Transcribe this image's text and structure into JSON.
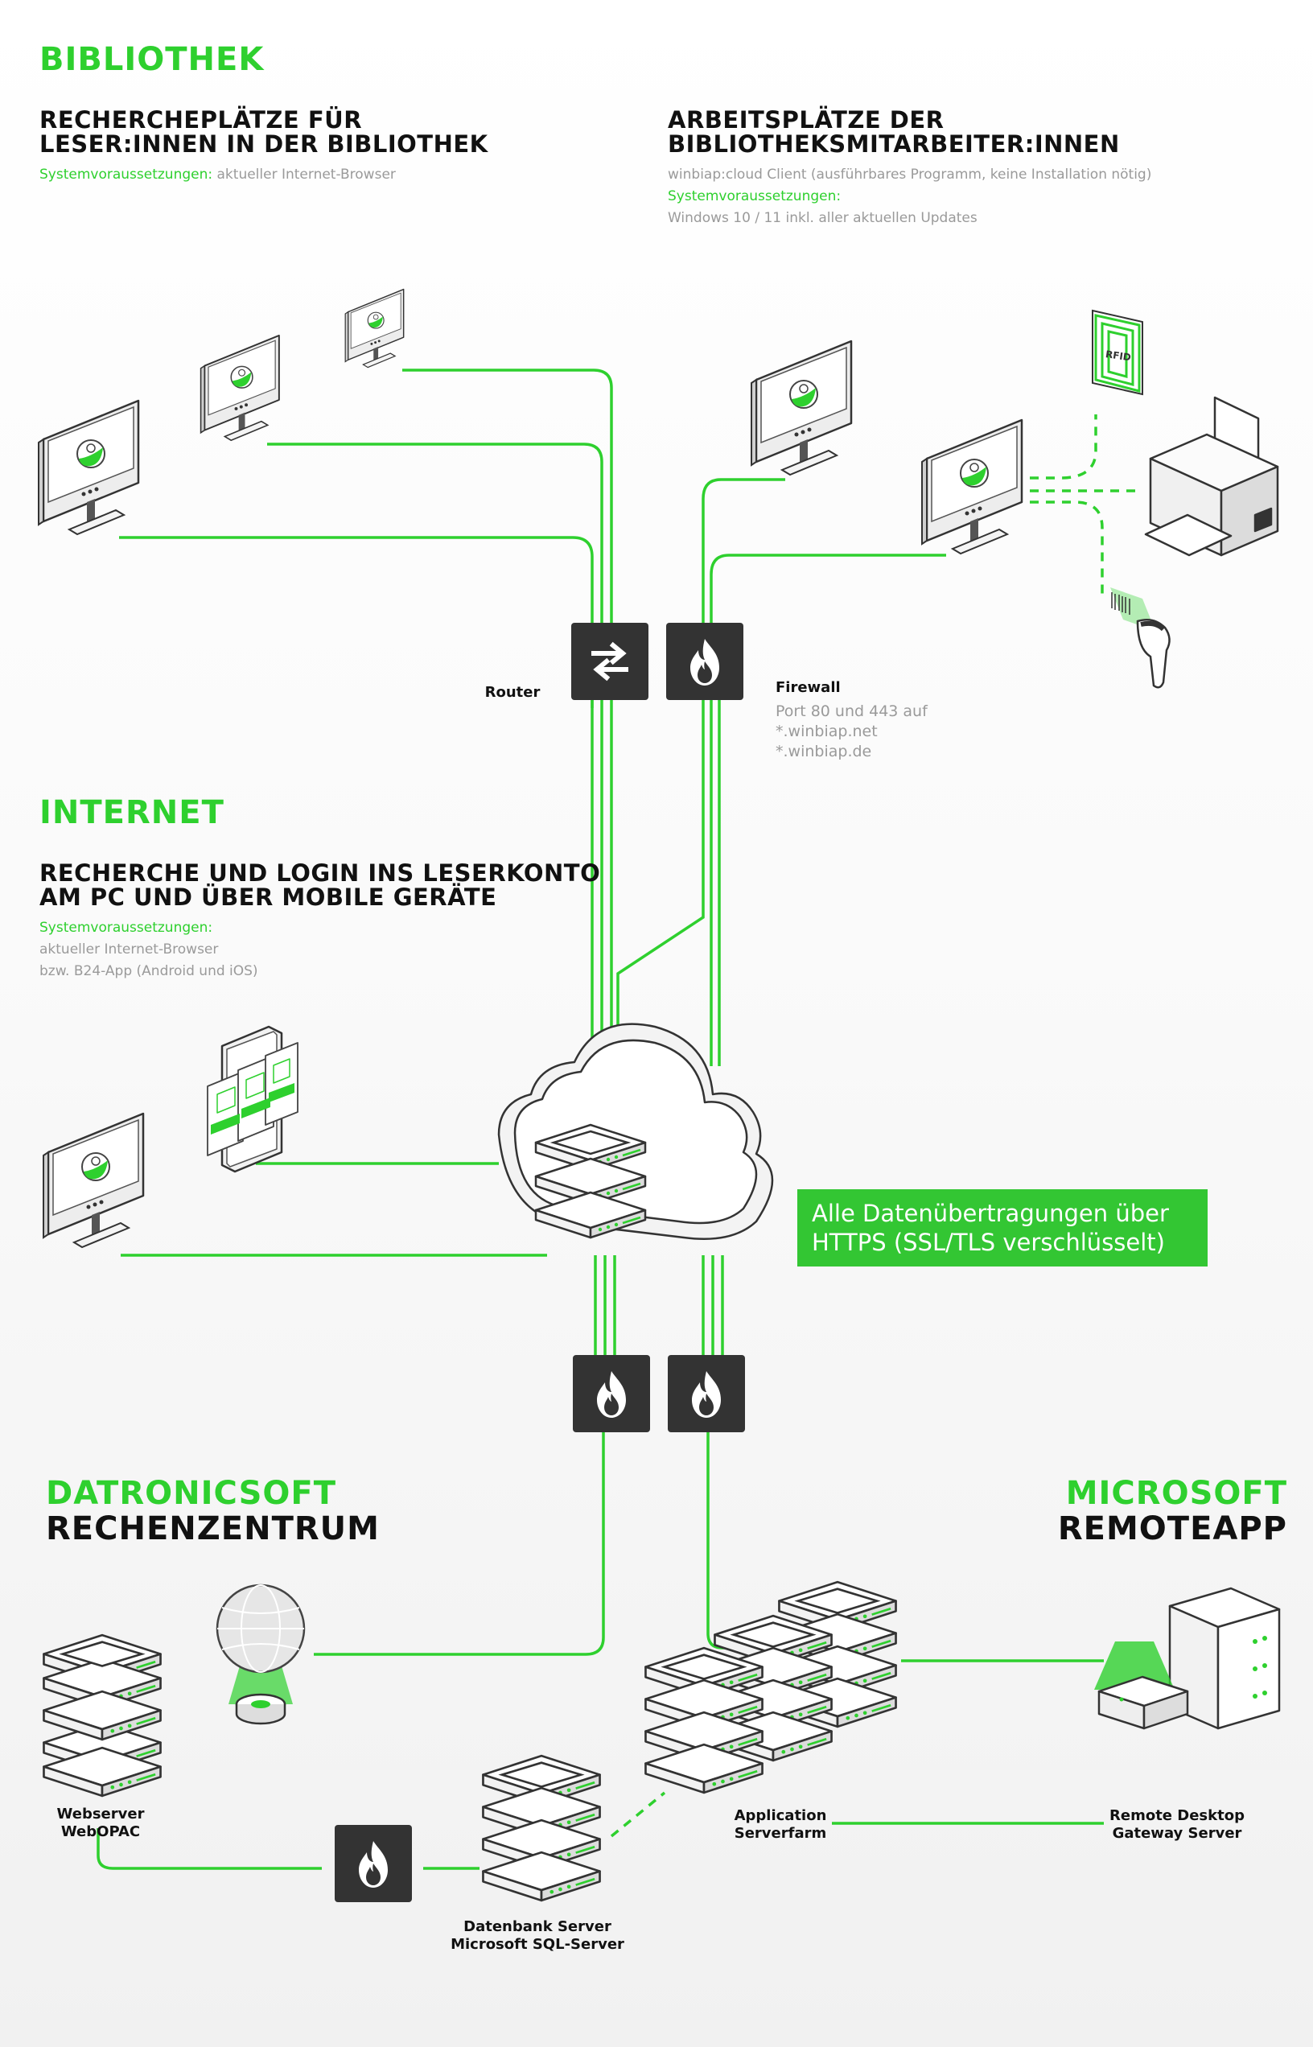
{
  "bibliothek": {
    "title": "BIBLIOTHEK",
    "left": {
      "heading_line1": "RECHERCHEPLÄTZE FÜR",
      "heading_line2": "LESER:INNEN IN DER BIBLIOTHEK",
      "req_label": "Systemvoraussetzungen:",
      "req_value": " aktueller Internet-Browser"
    },
    "right": {
      "heading_line1": "ARBEITSPLÄTZE DER",
      "heading_line2": "BIBLIOTHEKSMITARBEITER:INNEN",
      "client": "winbiap:cloud Client (ausführbares Programm, keine Installation nötig)",
      "req_label": "Systemvoraussetzungen:",
      "req_value": "Windows 10 / 11 inkl. aller aktuellen Updates"
    }
  },
  "network": {
    "router_label": "Router",
    "firewall_label": "Firewall",
    "firewall_line1": "Port 80 und 443 auf",
    "firewall_line2": "*.winbiap.net",
    "firewall_line3": "*.winbiap.de",
    "rfid_label": "RFID"
  },
  "internet": {
    "title": "INTERNET",
    "heading_line1": "RECHERCHE UND LOGIN INS LESERKONTO",
    "heading_line2": "AM PC UND ÜBER MOBILE GERÄTE",
    "req_label": "Systemvoraussetzungen:",
    "req_line1": "aktueller Internet-Browser",
    "req_line2": "bzw. B24-App (Android und iOS)"
  },
  "highlight": {
    "line1": "Alle Datenübertragungen über",
    "line2": "HTTPS (SSL/TLS verschlüsselt)"
  },
  "datacenter": {
    "title_line1": "DATRONICSOFT",
    "title_line2": "RECHENZENTRUM",
    "webserver": "Webserver WebOPAC",
    "db_line1": "Datenbank Server",
    "db_line2": "Microsoft SQL-Server"
  },
  "remoteapp": {
    "title_line1": "MICROSOFT",
    "title_line2": "REMOTEAPP",
    "farm_line1": "Application",
    "farm_line2": "Serverfarm",
    "gateway_line1": "Remote Desktop",
    "gateway_line2": "Gateway Server"
  },
  "colors": {
    "green": "#2ed02e",
    "dark_icon": "#333333",
    "highlight_box": "#33c633"
  }
}
